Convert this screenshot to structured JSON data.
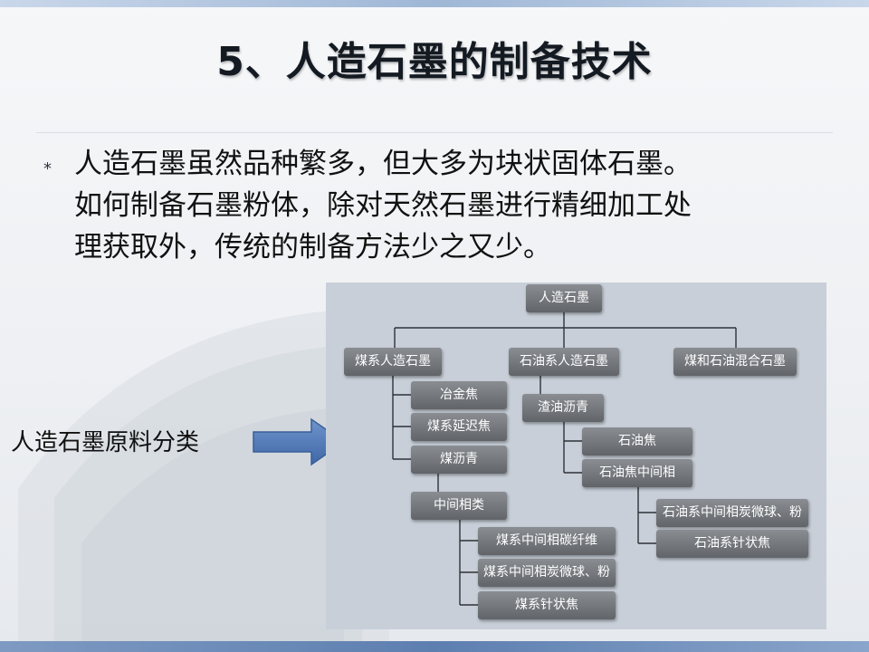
{
  "title": "5、人造石墨的制备技术",
  "paragraph": {
    "bullet": "*",
    "lines": [
      "人造石墨虽然品种繁多，但大多为块状固体石墨。",
      "如何制备石墨粉体，除对天然石墨进行精细加工处",
      "理获取外，传统的制备方法少之又少。"
    ]
  },
  "side_label": "人造石墨原料分类",
  "diagram": {
    "nodes": {
      "root": "人造石墨",
      "coal": "煤系人造石墨",
      "petro": "石油系人造石墨",
      "mixed": "煤和石油混合石墨",
      "metallurgical_coke": "冶金焦",
      "coal_delayed_coke": "煤系延迟焦",
      "coal_pitch": "煤沥青",
      "mesophase": "中间相类",
      "coal_mesophase_fiber": "煤系中间相碳纤维",
      "coal_mesophase_microbeads": "煤系中间相炭微球、粉",
      "coal_needle_coke": "煤系针状焦",
      "residue_pitch": "渣油沥青",
      "petroleum_coke": "石油焦",
      "petroleum_coke_mesophase": "石油焦中间相",
      "petro_mesophase_microbeads": "石油系中间相炭微球、粉",
      "petro_needle_coke": "石油系针状焦"
    }
  },
  "colors": {
    "diagram_bg": "#c8cfd8",
    "node_fill": "#6f7277",
    "connector": "#2f3237",
    "arrow_fill": "#4f79b8"
  }
}
